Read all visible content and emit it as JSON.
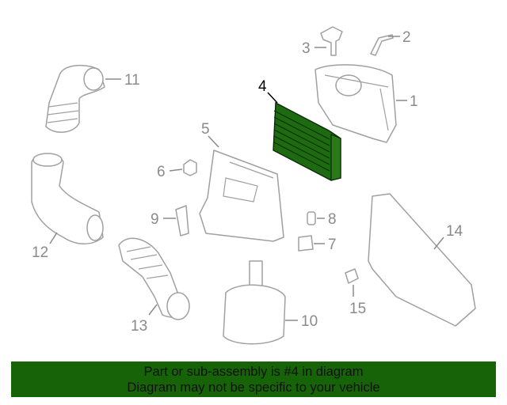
{
  "diagram": {
    "callouts": [
      "1",
      "2",
      "3",
      "4",
      "5",
      "6",
      "7",
      "8",
      "9",
      "10",
      "11",
      "12",
      "13",
      "14",
      "15"
    ],
    "highlighted_part": "4",
    "colors": {
      "highlight": "#1e6a10",
      "outline": "#a0a0a0",
      "banner": "#176307"
    }
  },
  "banner": {
    "line1": "Part or sub-assembly is #4 in diagram",
    "line2": "Diagram may not be specific to your vehicle"
  }
}
